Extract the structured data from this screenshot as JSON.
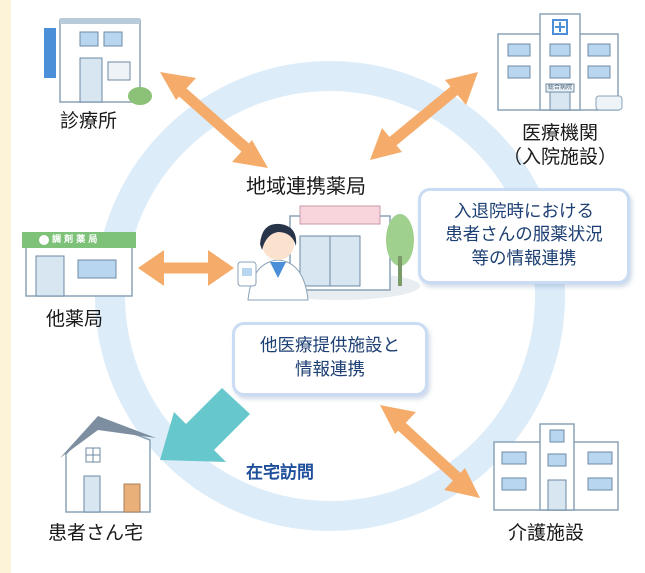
{
  "hub": {
    "label": "地域連携薬局"
  },
  "nodes": {
    "clinic": {
      "label": "診療所"
    },
    "hospital": {
      "line1": "医療機関",
      "line2": "（入院施設）",
      "sign": "総合病院"
    },
    "other_pharmacy": {
      "label": "他薬局",
      "sign": "調 剤 薬 局"
    },
    "home": {
      "label": "患者さん宅"
    },
    "care": {
      "label": "介護施設"
    }
  },
  "callouts": {
    "admission": {
      "line1": "入退院時における",
      "line2": "患者さんの服薬状況",
      "line3": "等の情報連携"
    },
    "providers": {
      "line1": "他医療提供施設と",
      "line2": "情報連携"
    }
  },
  "visit": {
    "label": "在宅訪問"
  },
  "colors": {
    "ring": "#dcecf9",
    "arrow_orange": "#f5ac6b",
    "arrow_teal": "#66c7cc",
    "callout_border": "#c9dcf3",
    "callout_text": "#1d3f73",
    "visit_text": "#1f4f9a"
  }
}
